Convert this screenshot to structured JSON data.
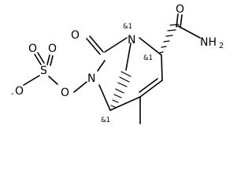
{
  "diagram": {
    "type": "chemical-structure",
    "atoms": {
      "s": "S",
      "o_top1": "O",
      "o_top2": "O",
      "o_minus": "O",
      "o_minus_charge": "-",
      "o_link": "O",
      "n_ring": "N",
      "o_carbonyl": "O",
      "n_bridge": "N",
      "o_amide": "O",
      "nh2": "NH",
      "nh2_sub": "2"
    },
    "stereo": {
      "bridgehead_top": "&1",
      "alpha_carbon": "&1",
      "bridgehead_bottom": "&1"
    }
  }
}
